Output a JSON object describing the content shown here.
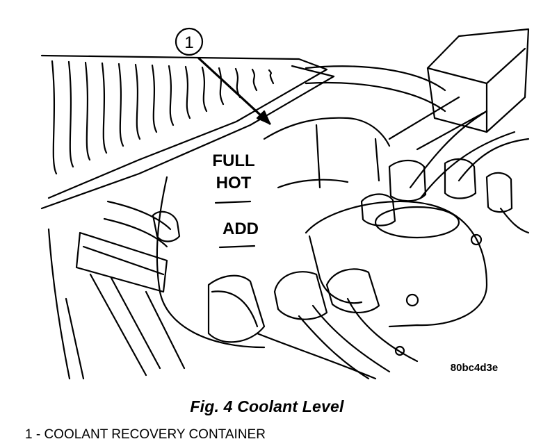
{
  "figure": {
    "callout_number": "1",
    "marking_full": "FULL",
    "marking_hot": "HOT",
    "marking_add": "ADD",
    "image_code": "80bc4d3e",
    "caption": "Fig. 4 Coolant Level",
    "legend_item": "1 - COOLANT RECOVERY CONTAINER"
  },
  "colors": {
    "ink": "#000000",
    "paper": "#ffffff"
  }
}
